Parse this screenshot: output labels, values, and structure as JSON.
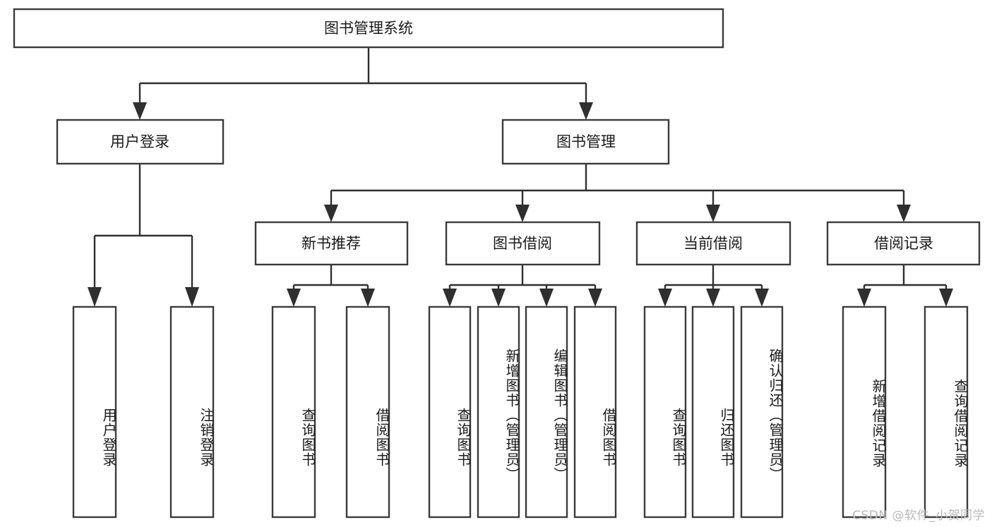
{
  "diagram": {
    "type": "tree-hierarchy",
    "title": "图书管理系统",
    "orientation": "top-down",
    "colors": {
      "box_stroke": "#3b3b3b",
      "connector": "#2f2f2f",
      "box_fill": "#ffffff",
      "background": "#ffffff",
      "watermark": "#b9b9b9"
    },
    "root": {
      "label": "图书管理系统"
    },
    "level2": [
      {
        "label": "用户登录"
      },
      {
        "label": "图书管理"
      }
    ],
    "level3": [
      {
        "label": "新书推荐"
      },
      {
        "label": "图书借阅"
      },
      {
        "label": "当前借阅"
      },
      {
        "label": "借阅记录"
      }
    ],
    "leaves": {
      "user_login": [
        {
          "label": "用户登录"
        },
        {
          "label": "注销登录"
        }
      ],
      "new_book": [
        {
          "label": "查询图书"
        },
        {
          "label": "借阅图书"
        }
      ],
      "book_borrow": [
        {
          "label": "查询图书"
        },
        {
          "label": "新增图书（管理员）"
        },
        {
          "label": "编辑图书（管理员）"
        },
        {
          "label": "借阅图书"
        }
      ],
      "current_borrow": [
        {
          "label": "查询图书"
        },
        {
          "label": "归还图书"
        },
        {
          "label": "确认归还（管理员）"
        }
      ],
      "borrow_record": [
        {
          "label": "新增借阅记录"
        },
        {
          "label": "查询借阅记录"
        }
      ]
    }
  },
  "watermark": {
    "text": "CSDN @软件_小贺同学"
  }
}
